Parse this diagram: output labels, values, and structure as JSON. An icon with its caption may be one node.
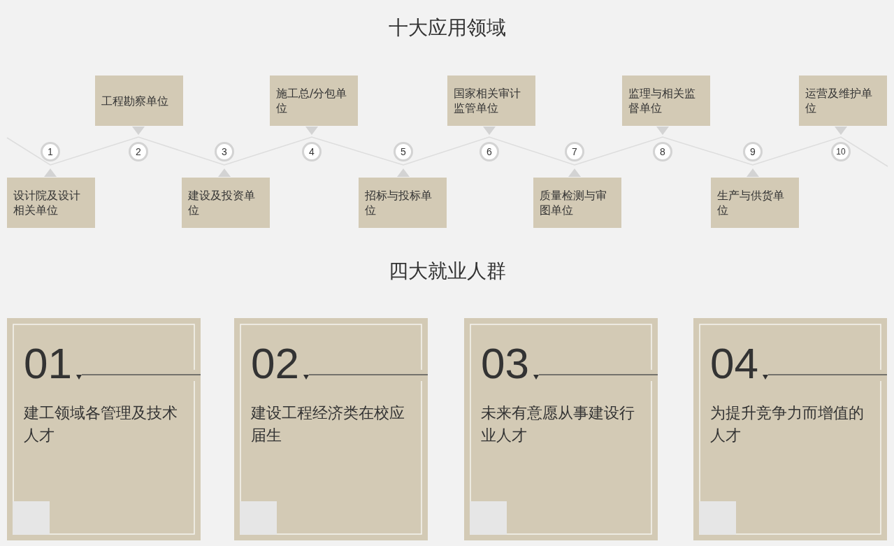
{
  "diagram": {
    "title": "十大应用领域",
    "nodes": [
      {
        "text": [
          "设计院及设计相关单位"
        ],
        "beside": [
          "1"
        ]
      },
      {
        "text": [
          "工程勘察单位"
        ],
        "beside": [
          "2"
        ]
      },
      {
        "text": [
          "建设及投资单位"
        ],
        "beside": [
          "3"
        ]
      },
      {
        "text": [
          "施工总/分包单位"
        ],
        "beside": [
          "4"
        ]
      },
      {
        "text": [
          "招标与投标单位"
        ],
        "beside": [
          "5"
        ]
      },
      {
        "text": [
          "国家相关审计监管单位"
        ],
        "beside": [
          "6"
        ]
      },
      {
        "text": [
          "质量检测与审图单位"
        ],
        "beside": [
          "7"
        ]
      },
      {
        "text": [
          "监理与相关监督单位"
        ],
        "beside": [
          "8"
        ]
      },
      {
        "text": [
          "生产与供货单位"
        ],
        "beside": [
          "9"
        ]
      },
      {
        "text": [
          "运营及维护单位"
        ],
        "beside": [
          "10"
        ]
      },
      {
        "text": [
          "01",
          "建工领域各管理及技术人才"
        ]
      },
      {
        "text": [
          "02",
          "建设工程经济类在校应届生"
        ]
      },
      {
        "text": [
          "03",
          "未来有意愿从事建设行业人才"
        ]
      },
      {
        "text": [
          "04",
          "为提升竞争力而增值的人才"
        ]
      }
    ],
    "edges": [],
    "labels": [
      "四大就业人群"
    ]
  }
}
